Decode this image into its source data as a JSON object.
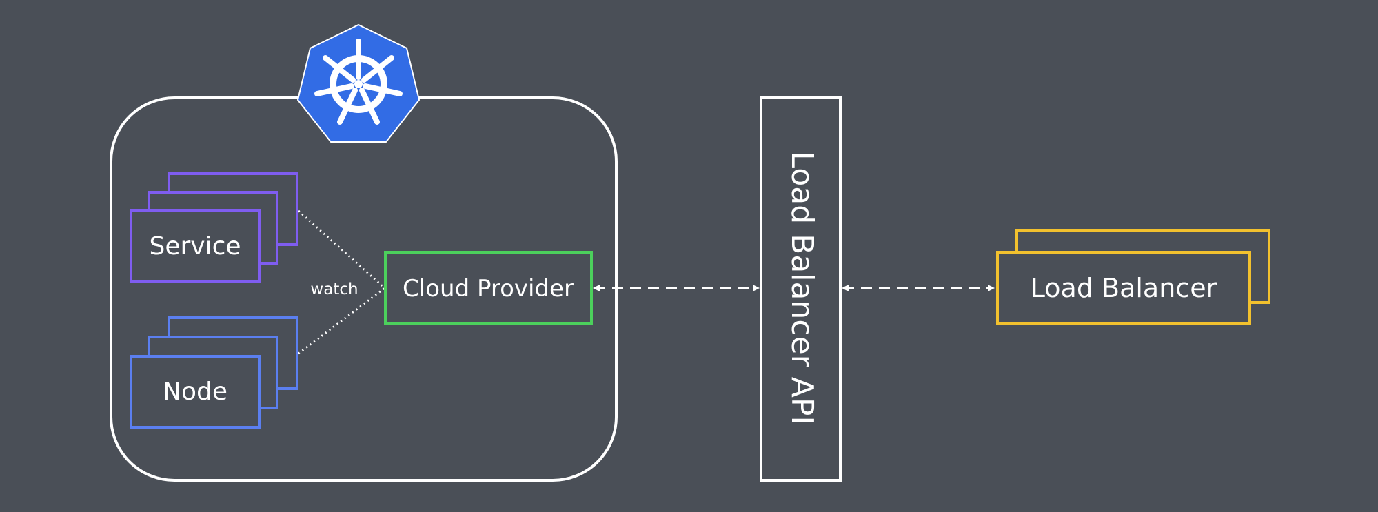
{
  "diagram": {
    "service_label": "Service",
    "node_label": "Node",
    "watch_label": "watch",
    "cloud_provider_label": "Cloud Provider",
    "lb_api_label": "Load Balancer API",
    "load_balancer_label": "Load Balancer"
  },
  "colors": {
    "background": "#4a4f57",
    "cluster_border": "#ffffff",
    "service": "#7f5df0",
    "node": "#5b7ff0",
    "cloud_provider": "#4cd05c",
    "load_balancer": "#f2c12e",
    "kubernetes_logo": "#326ce5"
  },
  "icons": {
    "logo": "kubernetes-helm-icon"
  }
}
